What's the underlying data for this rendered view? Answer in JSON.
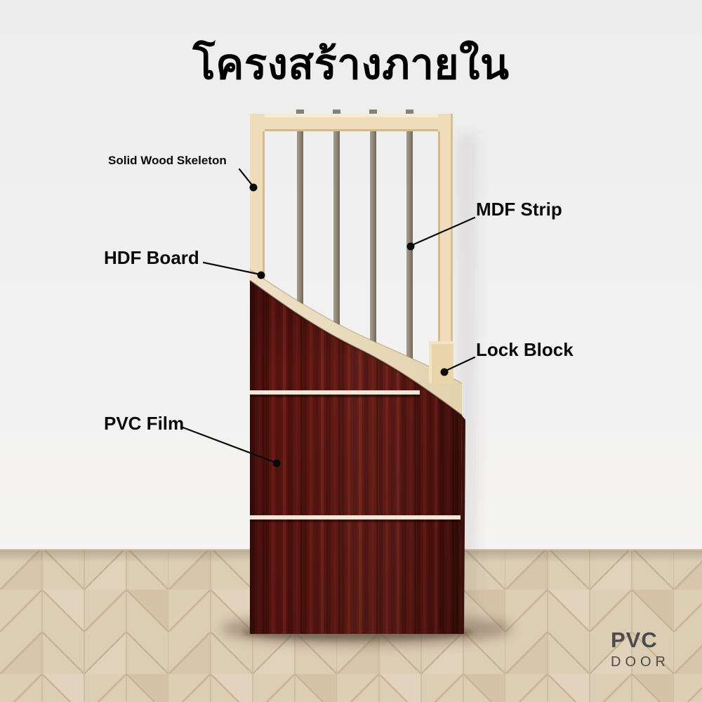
{
  "title": {
    "text": "โครงสร้างภายใน"
  },
  "annotations": {
    "skeleton": {
      "label": "Solid Wood Skeleton"
    },
    "mdf": {
      "label": "MDF Strip"
    },
    "hdf": {
      "label": "HDF Board"
    },
    "lock": {
      "label": "Lock Block"
    },
    "pvc": {
      "label": "PVC Film"
    }
  },
  "logo": {
    "line1": "PVC",
    "line2": "DOOR"
  },
  "colors": {
    "wall": "#f1f1f2",
    "floor_wood": "#dccdb5",
    "floor_joint": "#c4b092",
    "wood_frame": "#eedcba",
    "hdf_board": "#e9dcc0",
    "mdf_strip": "#8e8374",
    "pvc_film": "#5c1511",
    "groove_highlight": "#efe8da",
    "label_text": "#0a0a0a",
    "logo_text": "#4c4c4c"
  }
}
